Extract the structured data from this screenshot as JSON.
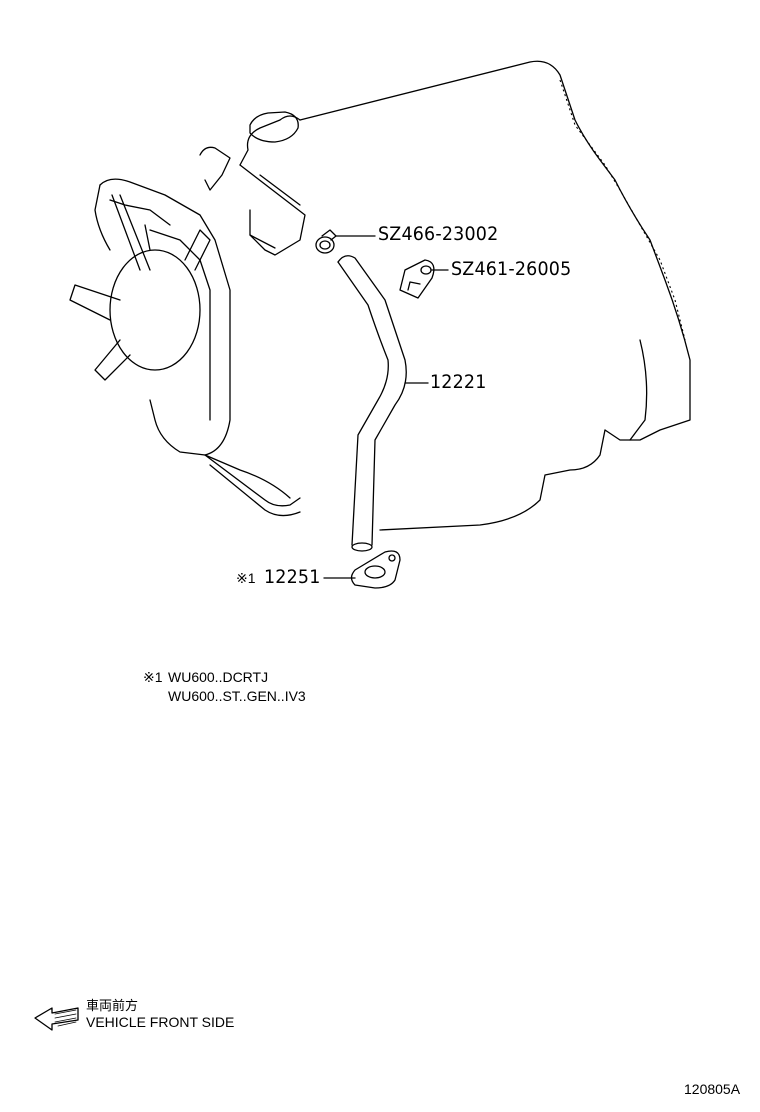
{
  "parts": {
    "clip_a": "SZ466-23002",
    "clip_b": "SZ461-26005",
    "hose": "12221",
    "gasket": "12251",
    "gasket_note_mark": "※1"
  },
  "notes": {
    "mark": "※1",
    "line1": "WU600..DCRTJ",
    "line2": "WU600..ST..GEN..IV3"
  },
  "direction": {
    "jp_label": "車両前方",
    "en_label": "VEHICLE FRONT SIDE"
  },
  "figure_id": "120805A"
}
